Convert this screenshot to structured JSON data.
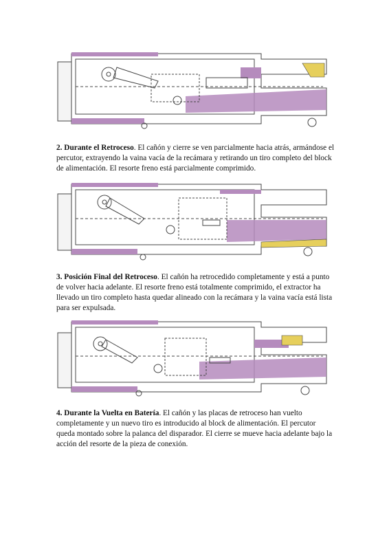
{
  "sections": [
    {
      "title": "2. Durante el Retroceso",
      "text": ". El cañón y cierre se ven parcialmente hacia atrás, armándose el percutor, extrayendo la vaina vacía de la recámara y retirando un tiro completo del block de alimentación. El resorte freno está parcialmente comprimido."
    },
    {
      "title": "3. Posición Final del Retroceso",
      "text": ". El cañón ha retrocedido completamente y está a punto de volver hacia adelante. El resorte freno está totalmente comprimido, el extractor ha llevado un tiro completo hasta quedar alineado con la recámara y la vaina vacía está lista para ser expulsada."
    },
    {
      "title": "4. Durante la Vuelta en Batería",
      "text": ". El cañón y las placas de retroceso han vuelto completamente y un nuevo tiro es introducido al block de alimentación. El percutor queda montado sobre la palanca del disparador. El cierre se mueve hacia adelante bajo la acción del resorte de la pieza de conexión."
    }
  ],
  "colors": {
    "receiver_outline": "#444444",
    "barrel_parts": "#b58bbd",
    "feed_parts": "#e6cf5c",
    "background": "#ffffff"
  },
  "icons": [
    "machine-gun-mechanism-diagram"
  ]
}
